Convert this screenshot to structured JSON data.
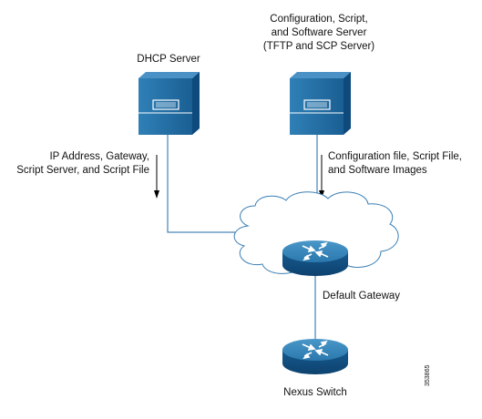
{
  "diagram": {
    "dhcp_server": {
      "label": "DHCP Server"
    },
    "config_server": {
      "label_lines": [
        "Configuration, Script,",
        "and Software Server",
        "(TFTP and SCP Server)"
      ]
    },
    "dhcp_flow": {
      "label_lines": [
        "IP Address, Gateway,",
        "Script Server, and Script File"
      ]
    },
    "config_flow": {
      "label_lines": [
        "Configuration file, Script File,",
        "and Software Images"
      ]
    },
    "gateway": {
      "label": "Default Gateway"
    },
    "switch": {
      "label": "Nexus Switch"
    },
    "figure_id": "353865"
  },
  "colors": {
    "server_dark": "#0e4a7c",
    "server_light": "#2f80b7",
    "router_top": "#2d7fb6",
    "router_side": "#0f4e80",
    "line": "#1f6aa5",
    "cloud_stroke": "#3a7fb5"
  }
}
